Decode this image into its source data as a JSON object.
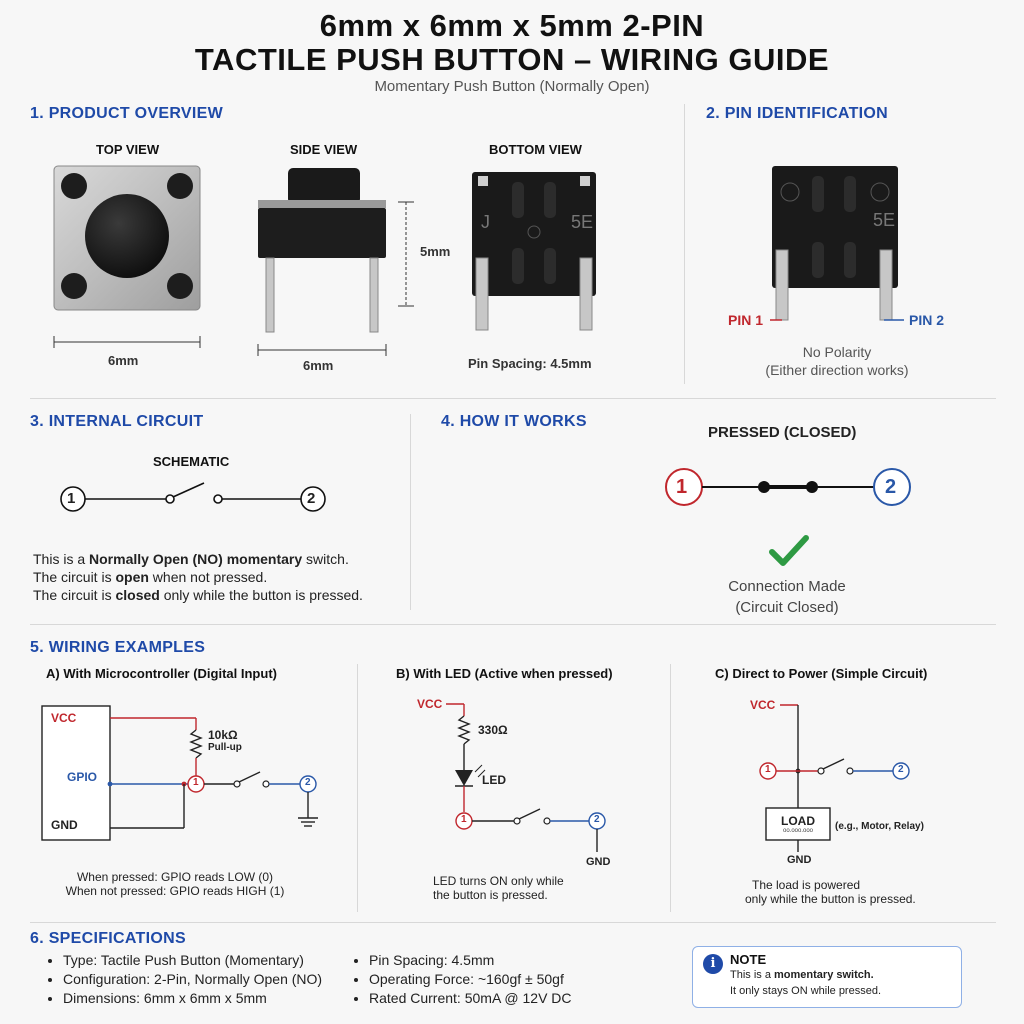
{
  "header": {
    "title_line1": "6mm x 6mm x 5mm 2-PIN",
    "title_line2": "TACTILE PUSH BUTTON – WIRING GUIDE",
    "subtitle": "Momentary Push Button (Normally Open)"
  },
  "overview": {
    "heading": "1. PRODUCT OVERVIEW",
    "top_view": "TOP VIEW",
    "side_view": "SIDE VIEW",
    "bottom_view": "BOTTOM VIEW",
    "width_top": "6mm",
    "width_side": "6mm",
    "height_side": "5mm",
    "pin_spacing": "Pin Spacing: 4.5mm",
    "bottom_mark_left": "J",
    "bottom_mark_right": "5E"
  },
  "pins": {
    "heading": "2. PIN IDENTIFICATION",
    "pin1": "PIN 1",
    "pin2": "PIN 2",
    "polarity": "No Polarity",
    "polarity_note": "(Either direction works)",
    "mark_right": "5E"
  },
  "circuit": {
    "heading": "3. INTERNAL CIRCUIT",
    "schematic": "SCHEMATIC",
    "n1": "1",
    "n2": "2",
    "line1_a": "This is a ",
    "line1_b": "Normally Open (NO) momentary",
    "line1_c": " switch.",
    "line2_a": "The circuit is ",
    "line2_b": "open",
    "line2_c": " when not pressed.",
    "line3_a": "The circuit is ",
    "line3_b": "closed",
    "line3_c": " only while the button is pressed."
  },
  "how": {
    "heading": "4. HOW IT WORKS",
    "state": "PRESSED (CLOSED)",
    "n1": "1",
    "n2": "2",
    "result1": "Connection Made",
    "result2": "(Circuit Closed)"
  },
  "wiring": {
    "heading": "5. WIRING EXAMPLES",
    "a": {
      "title": "A) With Microcontroller (Digital Input)",
      "vcc": "VCC",
      "gpio": "GPIO",
      "gnd": "GND",
      "res": "10kΩ",
      "pullup": "Pull-up",
      "n1": "1",
      "n2": "2",
      "note1": "When pressed: GPIO reads LOW (0)",
      "note2": "When not pressed: GPIO reads HIGH (1)"
    },
    "b": {
      "title": "B) With LED (Active when pressed)",
      "vcc": "VCC",
      "res": "330Ω",
      "led": "LED",
      "gnd": "GND",
      "n1": "1",
      "n2": "2",
      "note1": "LED turns ON only while",
      "note2": "the button is pressed."
    },
    "c": {
      "title": "C) Direct to Power (Simple Circuit)",
      "vcc": "VCC",
      "load": "LOAD",
      "load_sub": "oo.ooo.ooo",
      "example": "(e.g., Motor, Relay)",
      "gnd": "GND",
      "n1": "1",
      "n2": "2",
      "note1": "The load is powered",
      "note2": "only while the button is pressed."
    }
  },
  "specs": {
    "heading": "6. SPECIFICATIONS",
    "left": [
      "Type: Tactile Push Button (Momentary)",
      "Configuration: 2-Pin, Normally Open (NO)",
      "Dimensions: 6mm x 6mm x 5mm"
    ],
    "right": [
      "Pin Spacing: 4.5mm",
      "Operating Force: ~160gf ± 50gf",
      "Rated Current: 50mA @ 12V DC"
    ]
  },
  "note": {
    "icon": "i",
    "title": "NOTE",
    "line1_a": "This is a ",
    "line1_b": "momentary switch.",
    "line2": "It only stays ON while pressed."
  },
  "colors": {
    "accent_blue": "#1f4aa8",
    "pin_red": "#c0272d",
    "pin_blue": "#2a58a8",
    "check_green": "#2e9a43"
  }
}
